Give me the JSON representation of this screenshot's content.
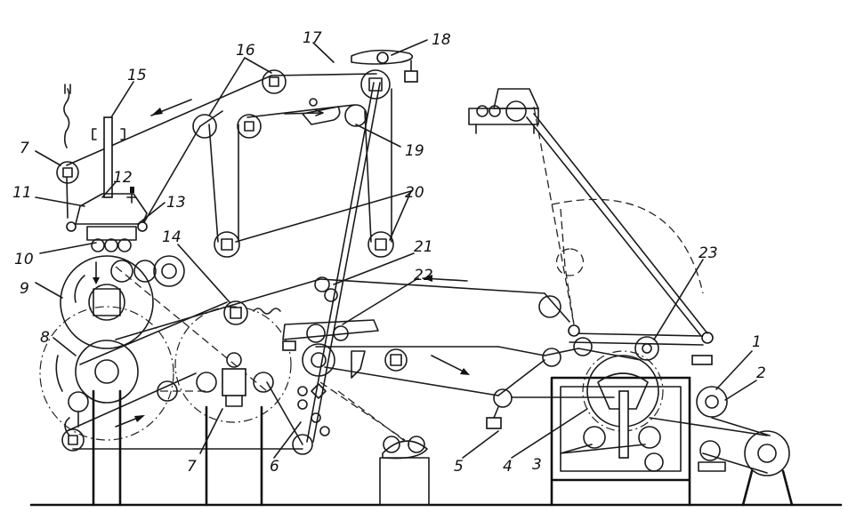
{
  "labels": {
    "l1": "1",
    "l2": "2",
    "l3": "3",
    "l4": "4",
    "l5": "5",
    "l6": "6",
    "l7a": "7",
    "l7b": "7",
    "l8": "8",
    "l9": "9",
    "l10": "10",
    "l11": "11",
    "l12": "12",
    "l13": "13",
    "l14": "14",
    "l15": "15",
    "l16": "16",
    "l17": "17",
    "l18": "18",
    "l19": "19",
    "l20": "20",
    "l21": "21",
    "l22": "22",
    "l23": "23"
  }
}
